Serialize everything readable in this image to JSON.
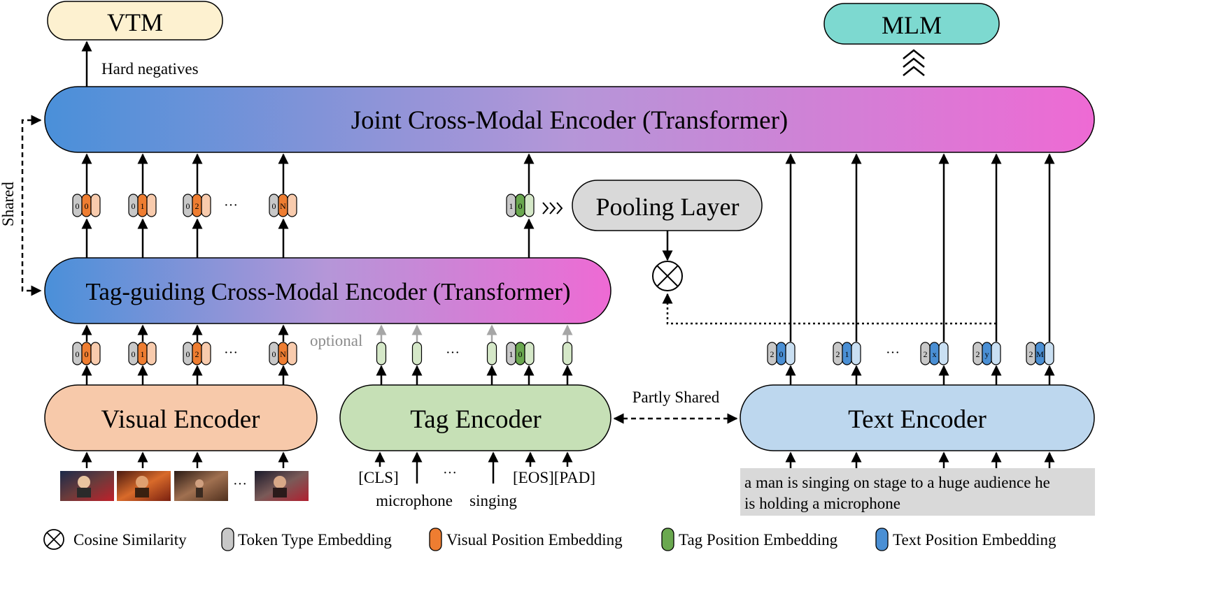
{
  "outputs": {
    "vtm": "VTM",
    "mlm": "MLM"
  },
  "joint_encoder": {
    "label": "Joint Cross-Modal Encoder (Transformer)"
  },
  "tag_guiding_encoder": {
    "label": "Tag-guiding Cross-Modal Encoder (Transformer)"
  },
  "pooling_layer": {
    "label": "Pooling Layer"
  },
  "encoders": {
    "visual": "Visual Encoder",
    "tag": "Tag Encoder",
    "text": "Text Encoder"
  },
  "annotations": {
    "hard_negatives": "Hard negatives",
    "shared": "Shared",
    "partly_shared": "Partly Shared",
    "optional": "optional",
    "ellipsis": "···"
  },
  "visual_tokens": [
    {
      "type": "0",
      "pos": "0"
    },
    {
      "type": "0",
      "pos": "1"
    },
    {
      "type": "0",
      "pos": "2"
    },
    {
      "type": "0",
      "pos": "N"
    }
  ],
  "tag_cls_token": {
    "type": "1",
    "pos": "0"
  },
  "text_tokens": [
    {
      "type": "2",
      "pos": "0"
    },
    {
      "type": "2",
      "pos": "1"
    },
    {
      "type": "2",
      "pos": "x"
    },
    {
      "type": "2",
      "pos": "y"
    },
    {
      "type": "2",
      "pos": "M"
    }
  ],
  "tag_inputs": {
    "cls": "[CLS]",
    "microphone": "microphone",
    "singing": "singing",
    "eos_pad": "[EOS][PAD]"
  },
  "caption": "a man is singing on stage to a huge audience he is holding a microphone",
  "caption_lines": [
    "a man is singing on stage to a huge audience he",
    "is holding a microphone"
  ],
  "legend": [
    {
      "icon": "cosine-similarity",
      "label": "Cosine Similarity"
    },
    {
      "icon": "token-type",
      "label": "Token Type Embedding",
      "color": "#c8c8c8"
    },
    {
      "icon": "visual-position",
      "label": "Visual Position Embedding",
      "color": "#ee7d31"
    },
    {
      "icon": "tag-position",
      "label": "Tag Position Embedding",
      "color": "#6aa84f"
    },
    {
      "icon": "text-position",
      "label": "Text Position Embedding",
      "color": "#4a8fd4"
    }
  ],
  "colors": {
    "gradient_start": "#4a90d9",
    "gradient_end": "#ee6ad4",
    "vtm": "#fdf1d0",
    "mlm": "#7dd9d0",
    "visual_encoder": "#f7c9aa",
    "tag_encoder": "#c6e0b6",
    "text_encoder": "#bdd7ee",
    "pooling": "#d9d9d9",
    "token_type": "#c8c8c8",
    "visual_pos": "#ee7d31",
    "visual_light": "#f8cbad",
    "tag_pos": "#6aa84f",
    "tag_light": "#d5e8c8",
    "text_pos": "#4a8fd4",
    "text_light": "#c9dff2"
  },
  "thumbnails": [
    "video-frame-1",
    "video-frame-2",
    "video-frame-3",
    "video-frame-4"
  ]
}
